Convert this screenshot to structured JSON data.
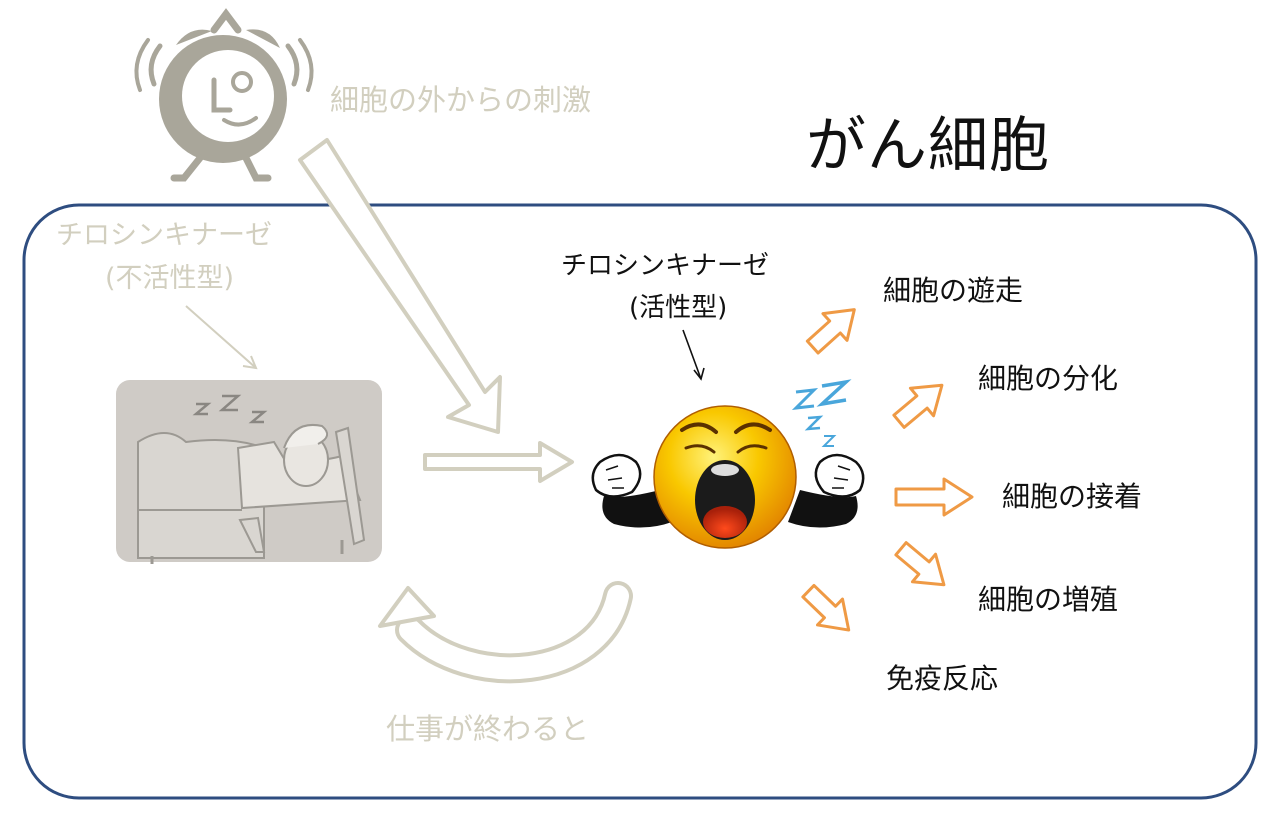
{
  "title": "がん細胞",
  "external_stimulus": "細胞の外からの刺激",
  "inactive_kinase": {
    "name": "チロシンキナーゼ",
    "state": "(不活性型)"
  },
  "active_kinase": {
    "name": "チロシンキナーゼ",
    "state": "(活性型)"
  },
  "outcomes": [
    "細胞の遊走",
    "細胞の分化",
    "細胞の接着",
    "細胞の増殖",
    "免疫反応"
  ],
  "loop_label": "仕事が終わると",
  "icons": [
    "alarm-clock-icon",
    "sleeping-person-icon",
    "yawning-face-icon"
  ],
  "colors": {
    "cell_border": "#2e4d80",
    "faded": "#d2cfbf",
    "orange_arrow": "#ef9a45",
    "face": "#f7c400",
    "text": "#111111"
  }
}
